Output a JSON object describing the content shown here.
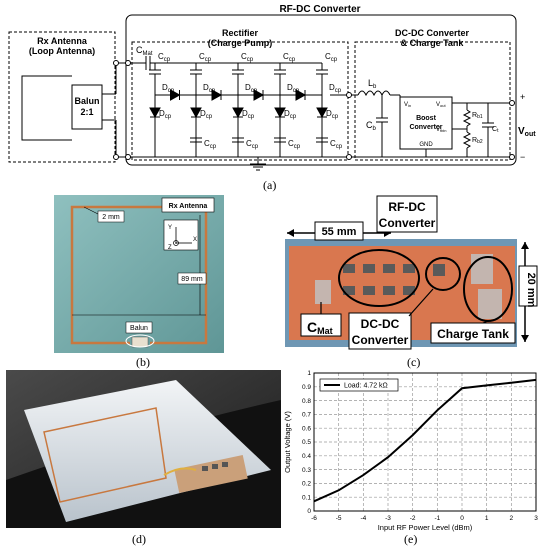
{
  "schematic": {
    "rx_antenna_title": "Rx Antenna",
    "rx_antenna_subtitle": "(Loop Antenna)",
    "balun_label": "Balun",
    "balun_ratio": "2:1",
    "rfdc_title": "RF-DC Converter",
    "rectifier_title": "Rectifier",
    "rectifier_subtitle": "(Charge Pump)",
    "dcdc_title": "DC-DC Converter",
    "dcdc_subtitle": "& Charge Tank",
    "cmat_label": "C",
    "cmat_sub": "Mat",
    "ccp_label": "C",
    "ccp_sub": "cp",
    "dcp_label": "D",
    "dcp_sub": "cp",
    "lb_label": "L",
    "lb_sub": "b",
    "cb_label": "C",
    "cb_sub": "b",
    "boost_title": "Boost",
    "boost_title2": "Converter",
    "vin": "V",
    "vin_sub": "in",
    "vout_pin": "V",
    "vout_pin_sub": "out",
    "vfb": "V",
    "vfb_sub": "fbin",
    "gnd": "GND",
    "rb1_label": "R",
    "rb1_sub": "b1",
    "rb2_label": "R",
    "rb2_sub": "b2",
    "ct_label": "C",
    "ct_sub": "t",
    "vout_label": "V",
    "vout_sub": "out",
    "plus": "+",
    "minus": "−"
  },
  "captions": {
    "a": "(a)",
    "b": "(b)",
    "c": "(c)",
    "d": "(d)",
    "e": "(e)"
  },
  "photo_b": {
    "rx_label": "Rx Antenna",
    "gap_label": "2 mm",
    "size_label": "89 mm",
    "balun_label": "Balun",
    "axis_y": "Y",
    "axis_x": "X",
    "axis_z": "Z"
  },
  "photo_c": {
    "rfdc_label": "RF-DC",
    "rfdc_label2": "Converter",
    "length_label": "55 mm",
    "width_label": "20 mm",
    "cmat_label": "C",
    "cmat_sub": "Mat",
    "dcdc_label": "DC-DC",
    "dcdc_label2": "Converter",
    "tank_label": "Charge Tank"
  },
  "colors": {
    "copper": "#c8783f",
    "board": "#d9774f",
    "board_bg": "#6f97b4",
    "substrate": "#6ea3a4"
  },
  "chart_data": {
    "type": "line",
    "xlabel": "Input RF Power Level (dBm)",
    "ylabel": "Output Voltage (V)",
    "xlim": [
      -6,
      3
    ],
    "ylim": [
      0,
      1.0
    ],
    "xticks": [
      -6,
      -5,
      -4,
      -3,
      -2,
      -1,
      0,
      1,
      2,
      3
    ],
    "yticks": [
      0,
      0.1,
      0.2,
      0.3,
      0.4,
      0.5,
      0.6,
      0.7,
      0.8,
      0.9,
      1.0
    ],
    "grid": true,
    "legend": "top-left",
    "series": [
      {
        "name": "Load: 4.72 kΩ",
        "x": [
          -6,
          -5,
          -4,
          -3,
          -2,
          -1,
          -0.5,
          0,
          1,
          2,
          3
        ],
        "y": [
          0.07,
          0.15,
          0.26,
          0.39,
          0.55,
          0.73,
          0.81,
          0.89,
          0.91,
          0.93,
          0.95
        ]
      }
    ]
  }
}
